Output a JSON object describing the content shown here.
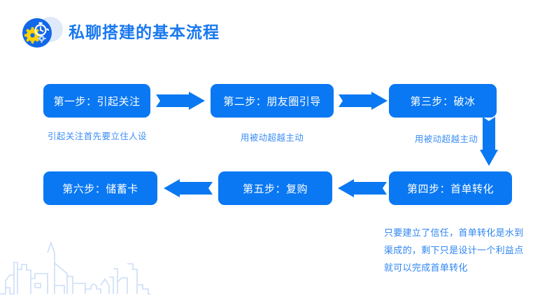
{
  "header": {
    "title": "私聊搭建的基本流程",
    "logo_icon": "gear-stopwatch-icon",
    "title_color": "#1878f0",
    "logo_bg_color": "#1168e8",
    "logo_gear_color": "#ffd200"
  },
  "theme": {
    "box_color": "#0a78f2",
    "arrow_color": "#0a78f2",
    "caption_color": "#3c8ef5",
    "note_color": "#2f86f2",
    "skyline_color": "#cbdef7",
    "background": "#ffffff"
  },
  "flow": {
    "steps": [
      {
        "label": "第一步：引起关注",
        "caption": "引起关注首先要立住人设"
      },
      {
        "label": "第二步：朋友圈引导",
        "caption": "用被动超越主动"
      },
      {
        "label": "第三步：破冰",
        "caption": "用被动超越主动"
      },
      {
        "label": "第四步：首单转化",
        "caption": ""
      },
      {
        "label": "第五步：复购",
        "caption": ""
      },
      {
        "label": "第六步：储蓄卡",
        "caption": ""
      }
    ],
    "arrows": [
      {
        "name": "arrow-step1-to-step2",
        "direction": "right"
      },
      {
        "name": "arrow-step2-to-step3",
        "direction": "right"
      },
      {
        "name": "arrow-step3-to-step4",
        "direction": "down"
      },
      {
        "name": "arrow-step4-to-step5",
        "direction": "left"
      },
      {
        "name": "arrow-step5-to-step6",
        "direction": "left"
      }
    ]
  },
  "note": {
    "text": "只要建立了信任，首单转化是水到渠成的，剩下只是设计一个利益点就可以完成首单转化"
  },
  "decoration": {
    "skyline_icon": "city-skyline-outline"
  }
}
